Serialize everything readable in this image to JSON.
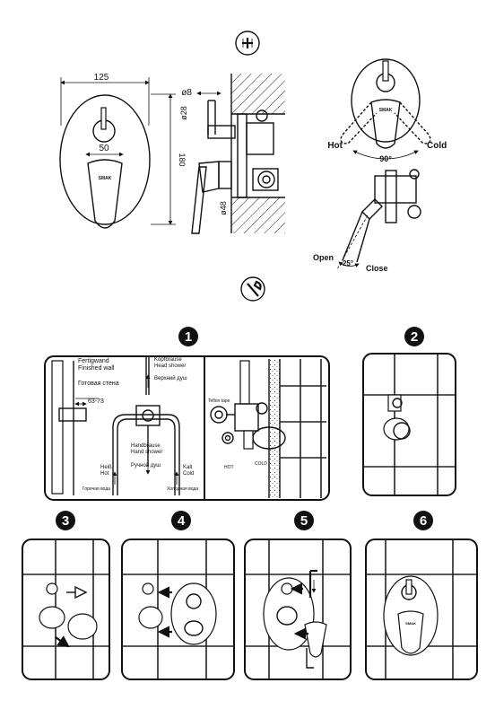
{
  "dimensions": {
    "width_label": "125",
    "handle_label": "50",
    "height_label": "180",
    "pin_diameter": "ø8",
    "spindle_diameter": "ø28",
    "body_diameter": "ø48"
  },
  "operation": {
    "hot": "Hot",
    "cold": "Cold",
    "rotation_angle": "90°",
    "open": "Open",
    "close": "Close",
    "tilt_angle": "25°"
  },
  "brand_mark": "SMAK",
  "steps": [
    "1",
    "2",
    "3",
    "4",
    "5",
    "6"
  ],
  "step1": {
    "wall_de": "Fertigwand",
    "wall_en": "Finished wall",
    "wall_ru": "Готовая стена",
    "depth": "63-73",
    "head_de": "Kopfbrause",
    "head_en": "Head shower",
    "head_ru": "Верхний душ",
    "hand_de": "Handbrause",
    "hand_en": "Hand shower",
    "hand_ru": "Ручной душ",
    "hot_de": "Heiß",
    "hot_en": "Hot",
    "cold_de": "Kalt",
    "cold_en": "Cold",
    "hot_ru": "Горячая вода",
    "cold_ru": "Холодная вода",
    "teflon": "Teflon tape",
    "hot_pipe": "HOT",
    "cold_pipe": "COLD"
  }
}
